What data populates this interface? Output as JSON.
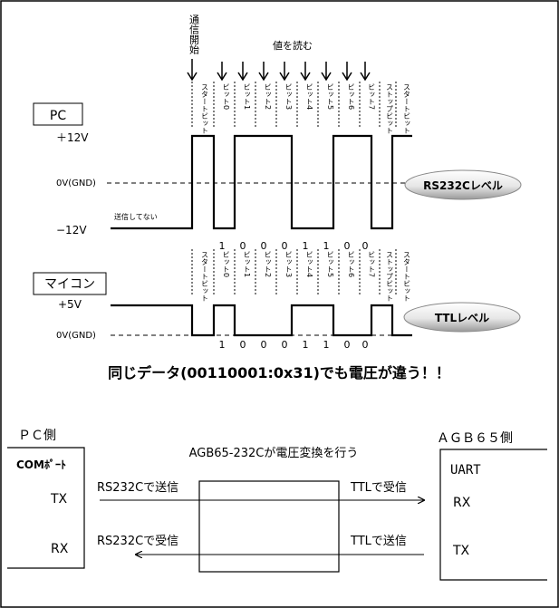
{
  "top": {
    "start_label": "通信開始",
    "read_label": "値を読む",
    "bit_labels": [
      "スタートビット",
      "ビット0",
      "ビット1",
      "ビット2",
      "ビット3",
      "ビット4",
      "ビット5",
      "ビット6",
      "ビット7",
      "ストップビット",
      "スタートビット"
    ],
    "pc_label": "PC",
    "v_plus": "＋12V",
    "v_zero": "0V(GND)",
    "v_minus": "−12V",
    "idle_note": "送信してない",
    "level_badge": "RS232Cレベル",
    "bit_values": [
      "1",
      "0",
      "0",
      "0",
      "1",
      "1",
      "0",
      "0"
    ]
  },
  "middle": {
    "mcu_label": "マイコン",
    "v_plus": "+5V",
    "v_zero": "0V(GND)",
    "level_badge": "TTLレベル",
    "bit_values": [
      "1",
      "0",
      "0",
      "0",
      "1",
      "1",
      "0",
      "0"
    ],
    "caption": "同じデータ(00110001:0x31)でも電圧が違う！！"
  },
  "bottom": {
    "pc_side_title": "ＰＣ側",
    "com_port": "COMﾎﾟｰﾄ",
    "tx": "TX",
    "rx": "RX",
    "agb_side_title": "ＡＧＢ６５側",
    "uart": "UART",
    "agb_rx": "RX",
    "agb_tx": "TX",
    "converter_note": "AGB65-232Cが電圧変換を行う",
    "arrow_rs_send": "RS232Cで送信",
    "arrow_ttl_recv": "TTLで受信",
    "arrow_rs_recv": "RS232Cで受信",
    "arrow_ttl_send": "TTLで送信"
  }
}
